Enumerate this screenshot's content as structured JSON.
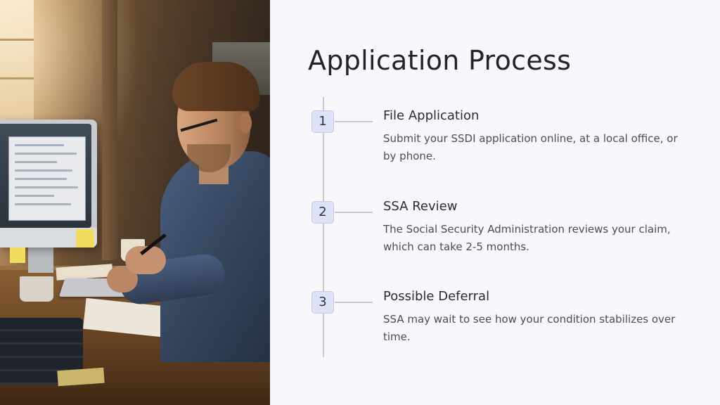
{
  "slide": {
    "title": "Application Process",
    "steps": [
      {
        "number": "1",
        "heading": "File Application",
        "description": "Submit your SSDI application online, at a local office, or by phone."
      },
      {
        "number": "2",
        "heading": "SSA Review",
        "description": "The Social Security Administration reviews your claim, which can take 2-5 months."
      },
      {
        "number": "3",
        "heading": "Possible Deferral",
        "description": "SSA may wait to see how your condition stabilizes over time."
      }
    ]
  },
  "colors": {
    "background": "#f7f7fc",
    "badge_fill": "#dde2f6",
    "timeline": "#c6c9d4",
    "heading_text": "#2a2b36",
    "body_text": "#4a4c5a"
  }
}
